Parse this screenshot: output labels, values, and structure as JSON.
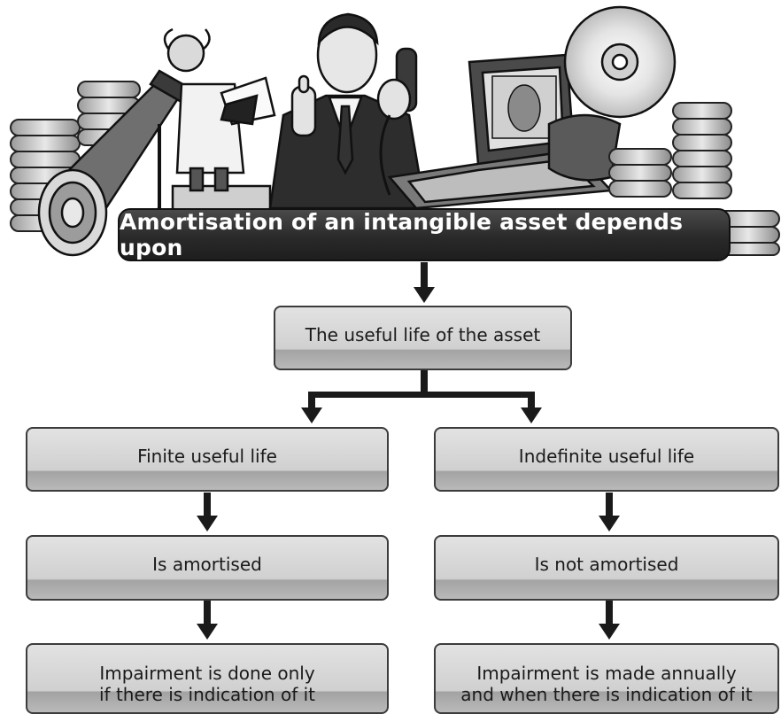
{
  "header": {
    "title": "Amortisation of an intangible asset depends upon"
  },
  "flow": {
    "root": "The useful life of the asset",
    "left": {
      "category": "Finite useful life",
      "treatment": "Is amortised",
      "impairment_line1": "Impairment is done only",
      "impairment_line2": "if there is indication of it"
    },
    "right": {
      "category": "Indefinite useful life",
      "treatment": "Is not amortised",
      "impairment_line1": "Impairment is made annually",
      "impairment_line2": "and when there is indication of it"
    }
  },
  "illustration": {
    "icons": [
      "telescope-icon",
      "scientist-icon",
      "businessman-on-phone-icon",
      "laptop-icon",
      "banknote-icon",
      "compact-disc-icon",
      "coin-stack-icon"
    ]
  },
  "colors": {
    "banner": "#2a2a2a",
    "box": "#d6d6d6",
    "box_border": "#3c3c3c",
    "arrow": "#1a1a1a"
  }
}
